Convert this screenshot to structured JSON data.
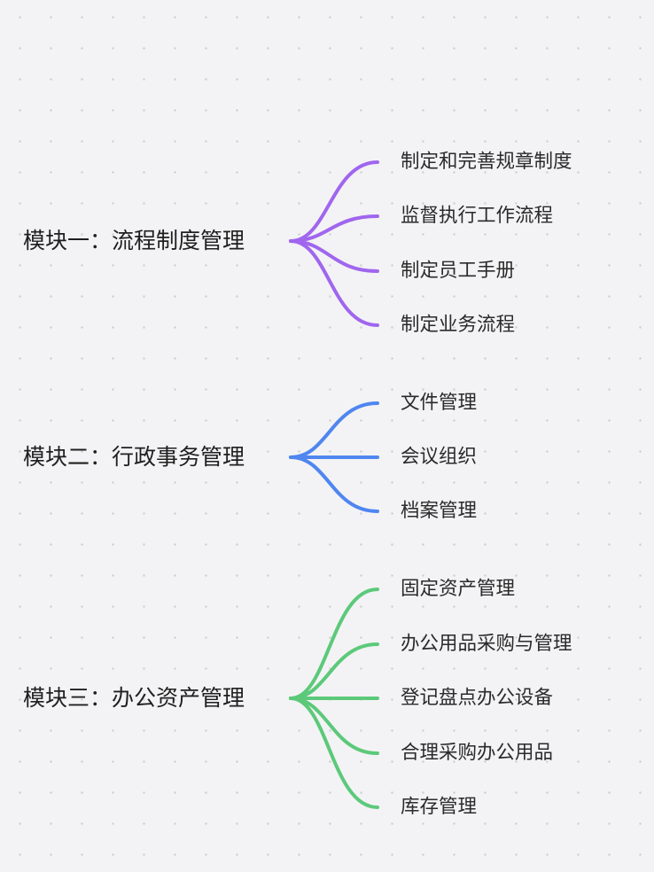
{
  "modules": [
    {
      "label": "模块一：流程制度管理",
      "color": "#a066ee",
      "items": [
        "制定和完善规章制度",
        "监督执行工作流程",
        "制定员工手册",
        "制定业务流程"
      ]
    },
    {
      "label": "模块二：行政事务管理",
      "color": "#4f86f0",
      "items": [
        "文件管理",
        "会议组织",
        "档案管理"
      ]
    },
    {
      "label": "模块三：办公资产管理",
      "color": "#5cc97a",
      "items": [
        "固定资产管理",
        "办公用品采购与管理",
        "登记盘点办公设备",
        "合理采购办公用品",
        "库存管理"
      ]
    }
  ]
}
